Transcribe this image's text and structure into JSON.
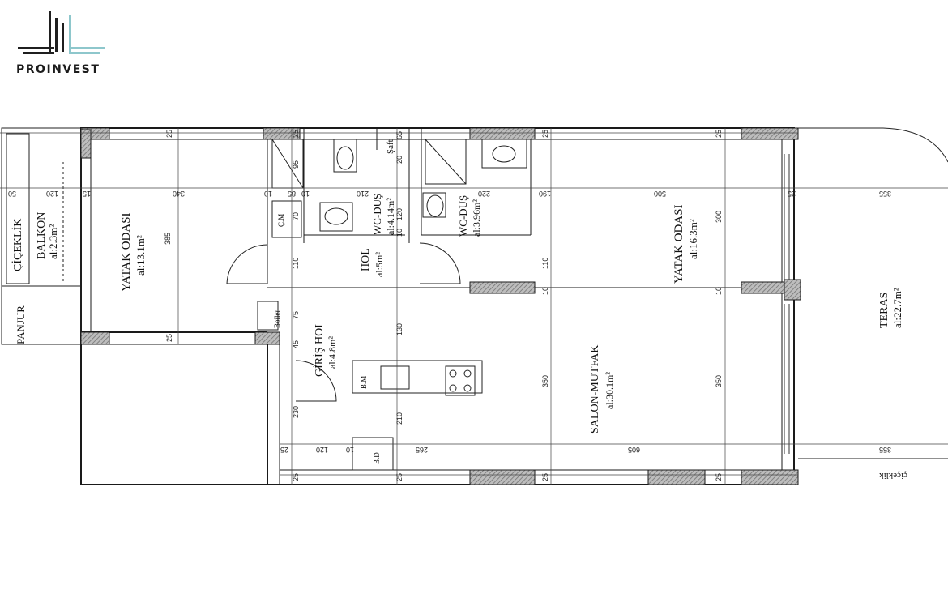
{
  "brand": {
    "name": "PROINVEST"
  },
  "rooms": {
    "balkon": {
      "name": "BALKON",
      "area": "al:2.3m²"
    },
    "cicek_left": {
      "name": "ÇİÇEKLİK"
    },
    "panjur": {
      "name": "PANJUR"
    },
    "yatak1": {
      "name": "YATAK ODASI",
      "area": "al:13.1m²"
    },
    "wc1": {
      "name": "WC-DUŞ",
      "area": "al:4.14m²"
    },
    "wc2": {
      "name": "WC-DUŞ",
      "area": "al:3.96m²"
    },
    "yatak2": {
      "name": "YATAK ODASI",
      "area": "al:16.3m²"
    },
    "hol": {
      "name": "HOL",
      "area": "al:5m²"
    },
    "giris": {
      "name": "GİRİŞ HOL",
      "area": "al:4.8m²"
    },
    "salon": {
      "name": "SALON-MUTFAK",
      "area": "al:30.1m²"
    },
    "teras": {
      "name": "TERAS",
      "area": "al:22.7m²"
    },
    "cicek_right": {
      "name": "çiçeklik"
    }
  },
  "fixtures": {
    "saft": "Şaft",
    "cm": "Ç.M",
    "boiler": "Boiler",
    "bm": "B.M",
    "bd": "B.D"
  },
  "dimensions": {
    "top": [
      "25",
      "25",
      "65",
      "25",
      "25"
    ],
    "row1": [
      "50",
      "120",
      "15",
      "340",
      "10",
      "85",
      "10",
      "210",
      "220",
      "190",
      "500",
      "25",
      "355"
    ],
    "v": [
      "385",
      "95",
      "70",
      "120",
      "10",
      "110",
      "110",
      "300",
      "10",
      "10",
      "75",
      "45",
      "130",
      "350",
      "350",
      "210",
      "230",
      "20",
      "25",
      "25"
    ],
    "bottom": [
      "25",
      "120",
      "10",
      "265",
      "605",
      "355",
      "25",
      "25",
      "25"
    ]
  }
}
